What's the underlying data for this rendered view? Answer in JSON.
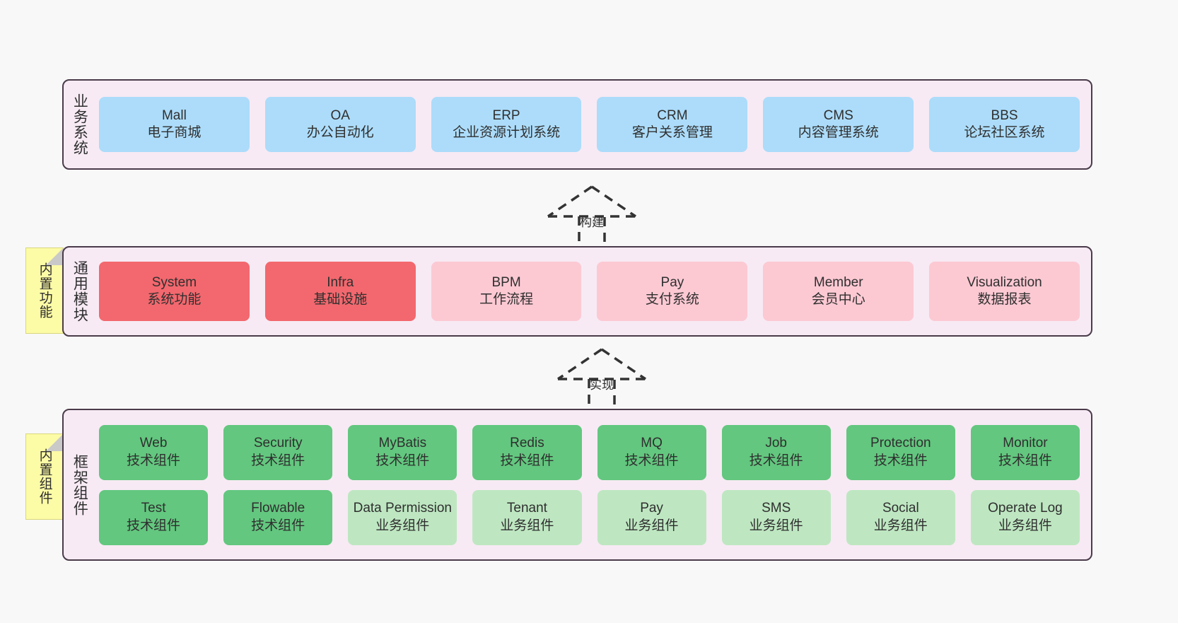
{
  "diagram": {
    "title": "Framework architecture layers",
    "colors": {
      "panel_bg": "#F7EAF4",
      "panel_border": "#4A3B4A",
      "business_card": "#ACDCFA",
      "core_module": "#F2686E",
      "module": "#FCC9D3",
      "tech_component": "#63C77F",
      "biz_component": "#BEE7C1",
      "sticky": "#FCFBA6",
      "background": "#F8F8F8"
    }
  },
  "layers": {
    "business": {
      "title": "业务系统",
      "cards": [
        {
          "en": "Mall",
          "cn": "电子商城"
        },
        {
          "en": "OA",
          "cn": "办公自动化"
        },
        {
          "en": "ERP",
          "cn": "企业资源计划系统"
        },
        {
          "en": "CRM",
          "cn": "客户关系管理"
        },
        {
          "en": "CMS",
          "cn": "内容管理系统"
        },
        {
          "en": "BBS",
          "cn": "论坛社区系统"
        }
      ]
    },
    "common": {
      "title": "通用模块",
      "sticky": "内置功能",
      "cards": [
        {
          "en": "System",
          "cn": "系统功能",
          "variant": "core"
        },
        {
          "en": "Infra",
          "cn": "基础设施",
          "variant": "core"
        },
        {
          "en": "BPM",
          "cn": "工作流程",
          "variant": "module"
        },
        {
          "en": "Pay",
          "cn": "支付系统",
          "variant": "module"
        },
        {
          "en": "Member",
          "cn": "会员中心",
          "variant": "module"
        },
        {
          "en": "Visualization",
          "cn": "数据报表",
          "variant": "module"
        }
      ]
    },
    "framework": {
      "title": "框架组件",
      "sticky": "内置组件",
      "row1": [
        {
          "en": "Web",
          "cn": "技术组件"
        },
        {
          "en": "Security",
          "cn": "技术组件"
        },
        {
          "en": "MyBatis",
          "cn": "技术组件"
        },
        {
          "en": "Redis",
          "cn": "技术组件"
        },
        {
          "en": "MQ",
          "cn": "技术组件"
        },
        {
          "en": "Job",
          "cn": "技术组件"
        },
        {
          "en": "Protection",
          "cn": "技术组件"
        },
        {
          "en": "Monitor",
          "cn": "技术组件"
        }
      ],
      "row2": [
        {
          "en": "Test",
          "cn": "技术组件",
          "variant": "tech"
        },
        {
          "en": "Flowable",
          "cn": "技术组件",
          "variant": "tech"
        },
        {
          "en": "Data Permission",
          "cn": "业务组件",
          "variant": "biz"
        },
        {
          "en": "Tenant",
          "cn": "业务组件",
          "variant": "biz"
        },
        {
          "en": "Pay",
          "cn": "业务组件",
          "variant": "biz"
        },
        {
          "en": "SMS",
          "cn": "业务组件",
          "variant": "biz"
        },
        {
          "en": "Social",
          "cn": "业务组件",
          "variant": "biz"
        },
        {
          "en": "Operate Log",
          "cn": "业务组件",
          "variant": "biz"
        }
      ]
    }
  },
  "connectors": [
    {
      "label": "构建",
      "from": "common",
      "to": "business"
    },
    {
      "label": "实现",
      "from": "framework",
      "to": "common"
    }
  ]
}
